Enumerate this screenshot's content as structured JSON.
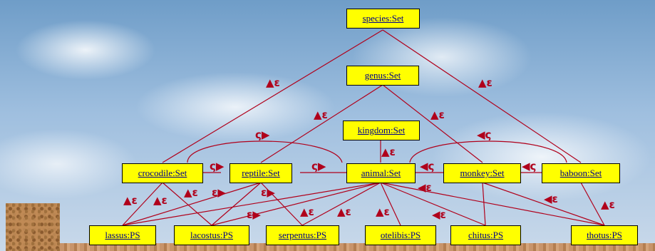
{
  "nodes": {
    "species": "species:Set",
    "genus": "genus:Set",
    "kingdom": "kingdom:Set",
    "crocodile": "crocodile:Set",
    "reptile": "reptile:Set",
    "animal": "animal:Set",
    "monkey": "monkey:Set",
    "baboon": "baboon:Set",
    "lassus": "lassus:PS",
    "lacostus": "lacostus:PS",
    "serpentus": "serpentus:PS",
    "otelibis": "otelibis:PS",
    "chitus": "chitus:PS",
    "thotus": "thotus:PS"
  },
  "edge_labels": {
    "membership_up": "▲ε",
    "membership_right": "ε▶",
    "membership_left": "◀ε",
    "subset_right": "ς▶",
    "subset_left": "◀ς"
  },
  "colors": {
    "node_fill": "#ffff00",
    "node_text": "#00008b",
    "edge": "#b0001b"
  }
}
